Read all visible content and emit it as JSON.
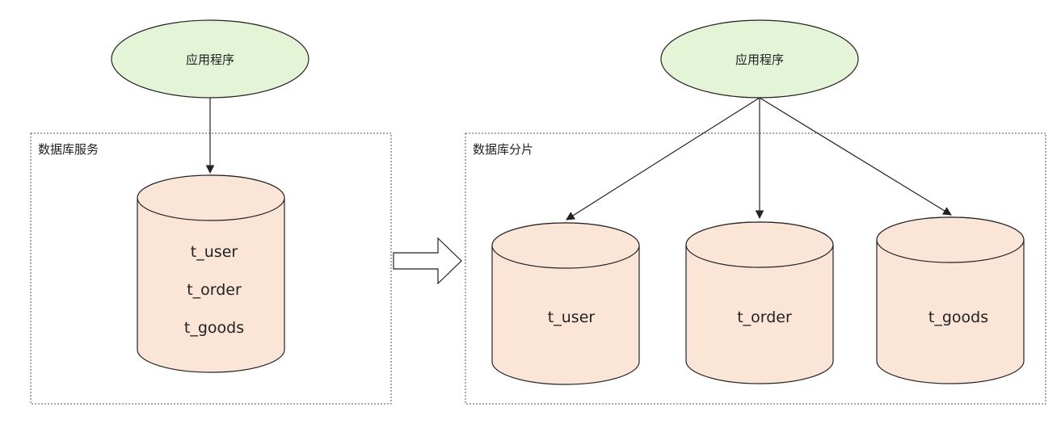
{
  "left": {
    "app_label": "应用程序",
    "group_label": "数据库服务",
    "tables": [
      "t_user",
      "t_order",
      "t_goods"
    ]
  },
  "right": {
    "app_label": "应用程序",
    "group_label": "数据库分片",
    "shards": [
      "t_user",
      "t_order",
      "t_goods"
    ]
  },
  "colors": {
    "app_fill": "#e3f4d7",
    "db_fill": "#fbe5d6",
    "stroke": "#222222",
    "dashed_border": "#555555"
  }
}
